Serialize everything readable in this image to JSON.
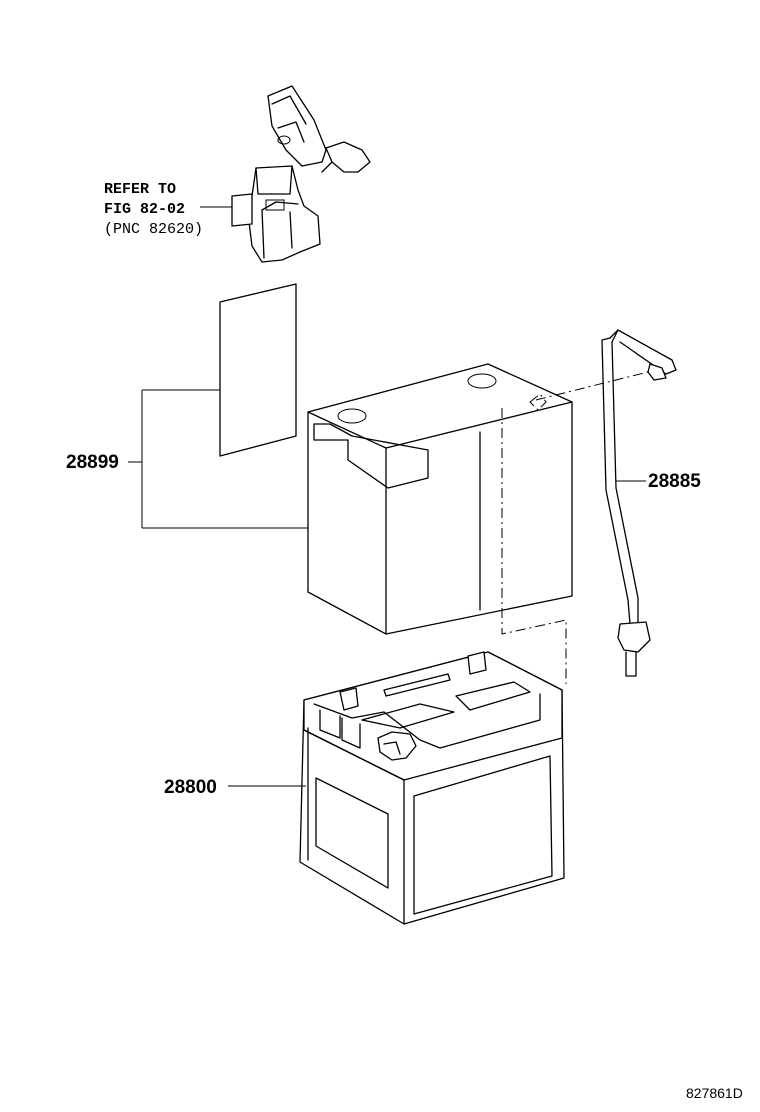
{
  "reference_note": {
    "line1": "REFER TO",
    "line2": "FIG 82-02",
    "line3": "(PNC 82620)"
  },
  "callouts": {
    "insulator_cover": "28899",
    "vent_hose": "28885",
    "battery": "28800"
  },
  "drawing_code": "827861D"
}
